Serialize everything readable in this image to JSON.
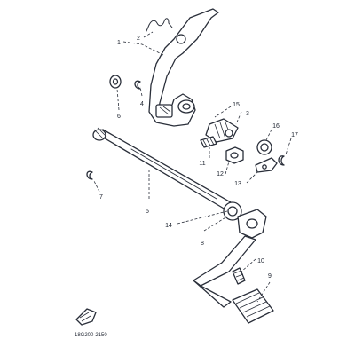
{
  "diagram": {
    "callouts": [
      "1",
      "2",
      "3",
      "4",
      "5",
      "6",
      "7",
      "8",
      "9",
      "10",
      "11",
      "12",
      "13",
      "14",
      "15",
      "16",
      "17"
    ],
    "figure_code": "18G200-2150"
  }
}
